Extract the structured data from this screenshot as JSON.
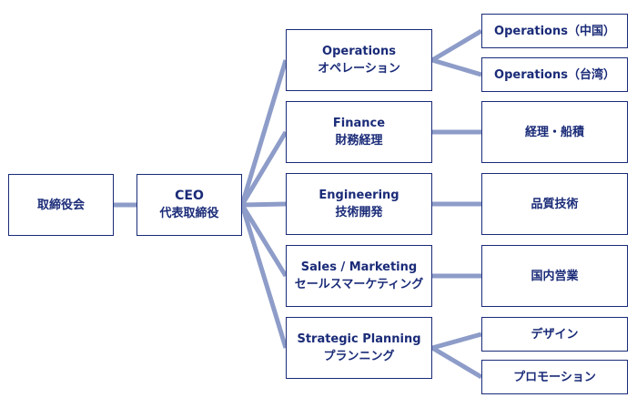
{
  "org_chart": {
    "board": {
      "label": "取締役会"
    },
    "ceo": {
      "title": "CEO",
      "subtitle": "代表取締役"
    },
    "departments": {
      "operations": {
        "title": "Operations",
        "subtitle": "オペレーション"
      },
      "finance": {
        "title": "Finance",
        "subtitle": "財務経理"
      },
      "engineering": {
        "title": "Engineering",
        "subtitle": "技術開発"
      },
      "sales": {
        "title": "Sales / Marketing",
        "subtitle": "セールスマーケティング"
      },
      "strategic": {
        "title": "Strategic Planning",
        "subtitle": "プランニング"
      }
    },
    "teams": {
      "operations_china": {
        "label": "Operations（中国）"
      },
      "operations_taiwan": {
        "label": "Operations（台湾）"
      },
      "accounting": {
        "label": "経理・船積"
      },
      "quality": {
        "label": "品質技術"
      },
      "domestic_sales": {
        "label": "国内営業"
      },
      "design": {
        "label": "デザイン"
      },
      "promotion": {
        "label": "プロモーション"
      }
    }
  },
  "colors": {
    "box_border": "#1a2b78",
    "text": "#1a2b78",
    "connector": "#8d9cc8",
    "background": "#ffffff"
  }
}
